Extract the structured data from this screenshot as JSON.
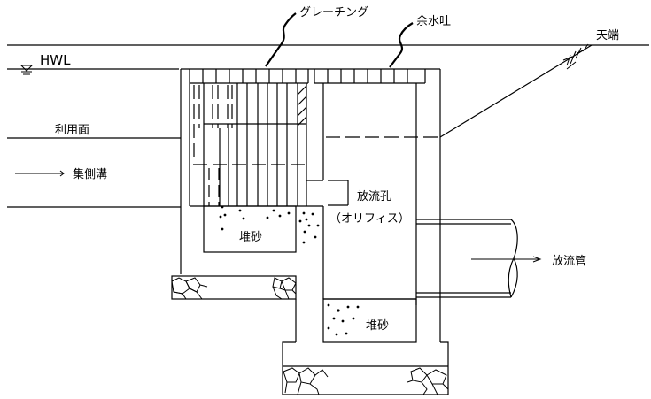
{
  "diagram": {
    "title": "雨水貯留施設（オリフィス）断面図",
    "labels": {
      "hwl": "HWL",
      "grating": "グレーチング",
      "overflow": "余水吐",
      "crest": "天端",
      "usage_surface": "利用面",
      "collection_ditch": "集側溝",
      "orifice_line1": "放流孔",
      "orifice_line2": "（オリフィス）",
      "sediment_upper": "堆砂",
      "sediment_lower": "堆砂",
      "outlet_pipe": "放流管"
    },
    "icons": {
      "water_level": "water-level-triangle-icon",
      "flow_arrow_in": "arrow-right-icon",
      "flow_arrow_out": "arrow-right-icon",
      "slope_hatch": "embankment-hatch-icon"
    },
    "colors": {
      "line": "#000000",
      "background": "#ffffff"
    }
  }
}
